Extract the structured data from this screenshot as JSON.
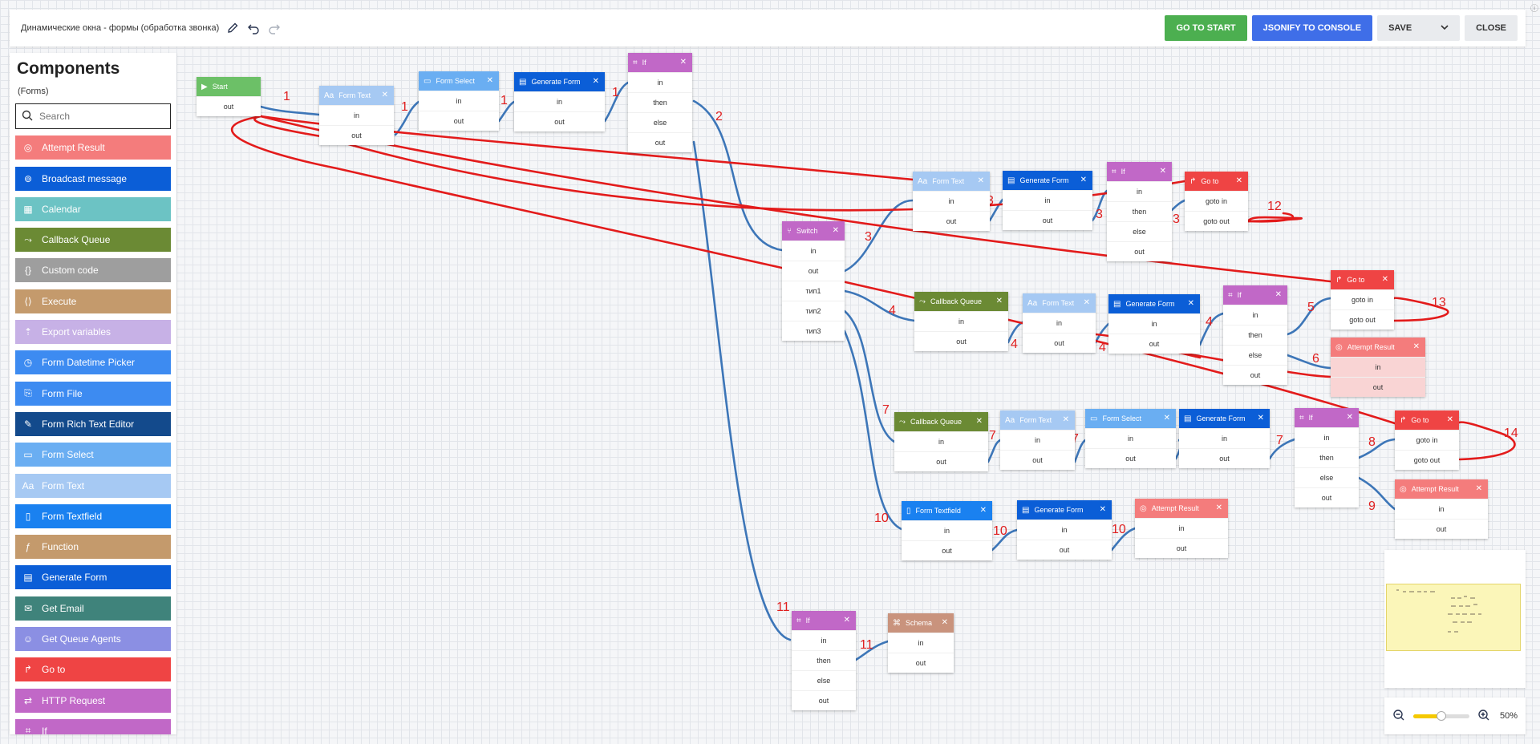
{
  "header": {
    "title": "Динамические окна - формы (обработка звонка)",
    "buttons": {
      "go_to_start": "GO TO START",
      "jsonify": "JSONIFY TO CONSOLE",
      "save": "SAVE",
      "close": "CLOSE"
    }
  },
  "sidebar": {
    "title": "Components",
    "subtitle": "(Forms)",
    "search_placeholder": "Search",
    "items": [
      {
        "label": "Attempt Result",
        "color": "#f47c7c",
        "icon": "target-icon"
      },
      {
        "label": "Broadcast message",
        "color": "#0b5ed7",
        "icon": "broadcast-icon"
      },
      {
        "label": "Calendar",
        "color": "#6cc3c4",
        "icon": "calendar-icon"
      },
      {
        "label": "Callback Queue",
        "color": "#6b8a34",
        "icon": "callback-icon"
      },
      {
        "label": "Custom code",
        "color": "#9e9e9e",
        "icon": "braces-icon"
      },
      {
        "label": "Execute",
        "color": "#c49a6c",
        "icon": "execute-icon"
      },
      {
        "label": "Export variables",
        "color": "#c7b1e6",
        "icon": "export-icon"
      },
      {
        "label": "Form Datetime Picker",
        "color": "#3d8bf1",
        "icon": "datetime-icon"
      },
      {
        "label": "Form File",
        "color": "#3d8bf1",
        "icon": "file-icon"
      },
      {
        "label": "Form Rich Text Editor",
        "color": "#134a8c",
        "icon": "richtext-icon"
      },
      {
        "label": "Form Select",
        "color": "#6aaef2",
        "icon": "select-icon"
      },
      {
        "label": "Form Text",
        "color": "#a6c9f3",
        "icon": "text-icon"
      },
      {
        "label": "Form Textfield",
        "color": "#1a81f0",
        "icon": "textfield-icon"
      },
      {
        "label": "Function",
        "color": "#c49a6c",
        "icon": "function-icon"
      },
      {
        "label": "Generate Form",
        "color": "#0b5ed7",
        "icon": "document-icon"
      },
      {
        "label": "Get Email",
        "color": "#3f837b",
        "icon": "email-icon"
      },
      {
        "label": "Get Queue Agents",
        "color": "#8b8fe3",
        "icon": "agents-icon"
      },
      {
        "label": "Go to",
        "color": "#ef4444",
        "icon": "goto-icon"
      },
      {
        "label": "HTTP Request",
        "color": "#c168c7",
        "icon": "http-icon"
      },
      {
        "label": "If",
        "color": "#c168c7",
        "icon": "if-icon"
      }
    ]
  },
  "nodes": [
    {
      "id": "start",
      "title": "Start",
      "color": "#6cc067",
      "close": false,
      "icon": "play-icon",
      "rows": [
        "out"
      ]
    },
    {
      "id": "formtext1",
      "title": "Form Text",
      "color": "#a6c9f3",
      "close": true,
      "icon": "text-icon",
      "rows": [
        "in",
        "out"
      ]
    },
    {
      "id": "formselect1",
      "title": "Form Select",
      "color": "#6aaef2",
      "close": true,
      "icon": "select-icon",
      "rows": [
        "in",
        "out"
      ]
    },
    {
      "id": "genform1",
      "title": "Generate Form",
      "color": "#0b5ed7",
      "close": true,
      "icon": "document-icon",
      "rows": [
        "in",
        "out"
      ]
    },
    {
      "id": "if1",
      "title": "If",
      "color": "#c168c7",
      "close": true,
      "icon": "if-icon",
      "rows": [
        "in",
        "then",
        "else",
        "out"
      ]
    },
    {
      "id": "switch",
      "title": "Switch",
      "color": "#c168c7",
      "close": true,
      "icon": "switch-icon",
      "rows": [
        "in",
        "out",
        "тип1",
        "тип2",
        "тип3"
      ]
    },
    {
      "id": "formtext2",
      "title": "Form Text",
      "color": "#a6c9f3",
      "close": true,
      "icon": "text-icon",
      "rows": [
        "in",
        "out"
      ]
    },
    {
      "id": "genform2",
      "title": "Generate Form",
      "color": "#0b5ed7",
      "close": true,
      "icon": "document-icon",
      "rows": [
        "in",
        "out"
      ]
    },
    {
      "id": "if2",
      "title": "If",
      "color": "#c168c7",
      "close": true,
      "icon": "if-icon",
      "rows": [
        "in",
        "then",
        "else",
        "out"
      ]
    },
    {
      "id": "goto1",
      "title": "Go to",
      "color": "#ef4444",
      "close": true,
      "icon": "goto-icon",
      "rows": [
        "goto in",
        "goto out"
      ]
    },
    {
      "id": "callback1",
      "title": "Callback Queue",
      "color": "#6b8a34",
      "close": true,
      "icon": "callback-icon",
      "rows": [
        "in",
        "out"
      ]
    },
    {
      "id": "formtext3",
      "title": "Form Text",
      "color": "#a6c9f3",
      "close": true,
      "icon": "text-icon",
      "rows": [
        "in",
        "out"
      ]
    },
    {
      "id": "genform3",
      "title": "Generate Form",
      "color": "#0b5ed7",
      "close": true,
      "icon": "document-icon",
      "rows": [
        "in",
        "out"
      ]
    },
    {
      "id": "if3",
      "title": "If",
      "color": "#c168c7",
      "close": true,
      "icon": "if-icon",
      "rows": [
        "in",
        "then",
        "else",
        "out"
      ]
    },
    {
      "id": "goto2",
      "title": "Go to",
      "color": "#ef4444",
      "close": true,
      "icon": "goto-icon",
      "rows": [
        "goto in",
        "goto out"
      ]
    },
    {
      "id": "attempt1",
      "title": "Attempt Result",
      "color": "#f47c7c",
      "close": true,
      "icon": "target-icon",
      "rows": [
        "in",
        "out"
      ],
      "tinted": true
    },
    {
      "id": "callback2",
      "title": "Callback Queue",
      "color": "#6b8a34",
      "close": true,
      "icon": "callback-icon",
      "rows": [
        "in",
        "out"
      ]
    },
    {
      "id": "formtext4",
      "title": "Form Text",
      "color": "#a6c9f3",
      "close": true,
      "icon": "text-icon",
      "rows": [
        "in",
        "out"
      ]
    },
    {
      "id": "formselect2",
      "title": "Form Select",
      "color": "#6aaef2",
      "close": true,
      "icon": "select-icon",
      "rows": [
        "in",
        "out"
      ]
    },
    {
      "id": "genform4",
      "title": "Generate Form",
      "color": "#0b5ed7",
      "close": true,
      "icon": "document-icon",
      "rows": [
        "in",
        "out"
      ]
    },
    {
      "id": "if4",
      "title": "If",
      "color": "#c168c7",
      "close": true,
      "icon": "if-icon",
      "rows": [
        "in",
        "then",
        "else",
        "out"
      ]
    },
    {
      "id": "goto3",
      "title": "Go to",
      "color": "#ef4444",
      "close": true,
      "icon": "goto-icon",
      "rows": [
        "goto in",
        "goto out"
      ]
    },
    {
      "id": "attempt2",
      "title": "Attempt Result",
      "color": "#f47c7c",
      "close": true,
      "icon": "target-icon",
      "rows": [
        "in",
        "out"
      ]
    },
    {
      "id": "textfield1",
      "title": "Form Textfield",
      "color": "#1a81f0",
      "close": true,
      "icon": "textfield-icon",
      "rows": [
        "in",
        "out"
      ]
    },
    {
      "id": "genform5",
      "title": "Generate Form",
      "color": "#0b5ed7",
      "close": true,
      "icon": "document-icon",
      "rows": [
        "in",
        "out"
      ]
    },
    {
      "id": "attempt3",
      "title": "Attempt Result",
      "color": "#f47c7c",
      "close": true,
      "icon": "target-icon",
      "rows": [
        "in",
        "out"
      ]
    },
    {
      "id": "if5",
      "title": "If",
      "color": "#c168c7",
      "close": true,
      "icon": "if-icon",
      "rows": [
        "in",
        "then",
        "else",
        "out"
      ]
    },
    {
      "id": "schema",
      "title": "Schema",
      "color": "#c9937d",
      "close": true,
      "icon": "schema-icon",
      "rows": [
        "in",
        "out"
      ]
    }
  ],
  "annotations": [
    "1",
    "1",
    "1",
    "1",
    "1",
    "2",
    "3",
    "3",
    "3",
    "3",
    "12",
    "4",
    "4",
    "4",
    "4",
    "5",
    "13",
    "6",
    "7",
    "7",
    "7",
    "7",
    "7",
    "8",
    "14",
    "9",
    "10",
    "10",
    "10",
    "11",
    "11"
  ],
  "zoom": {
    "level": "50%",
    "fraction": 0.5
  },
  "colors": {
    "wire_blue": "#3d76b8",
    "wire_red": "#e31b1b"
  }
}
